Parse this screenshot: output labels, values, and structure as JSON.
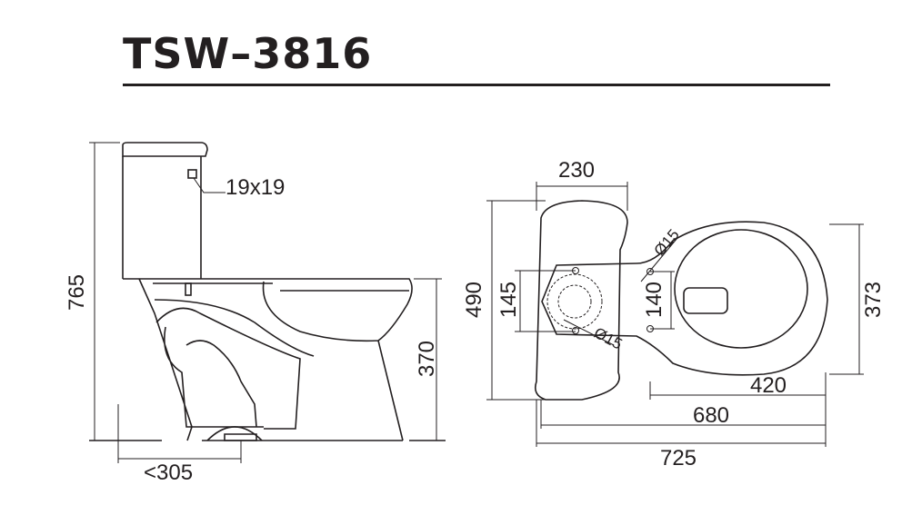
{
  "title": "TSW–3816",
  "side_view": {
    "button_size": "19x19",
    "total_height": "765",
    "seat_height": "370",
    "rough_in": "<305"
  },
  "top_view": {
    "tank_width": "230",
    "tank_depth": "490",
    "bolt_spacing_tank": "145",
    "bolt_spacing_seat": "140",
    "hole_dia_1": "Ø15",
    "hole_dia_2": "Ø15",
    "bowl_width": "373",
    "bowl_length": "420",
    "length_680": "680",
    "total_length": "725"
  }
}
